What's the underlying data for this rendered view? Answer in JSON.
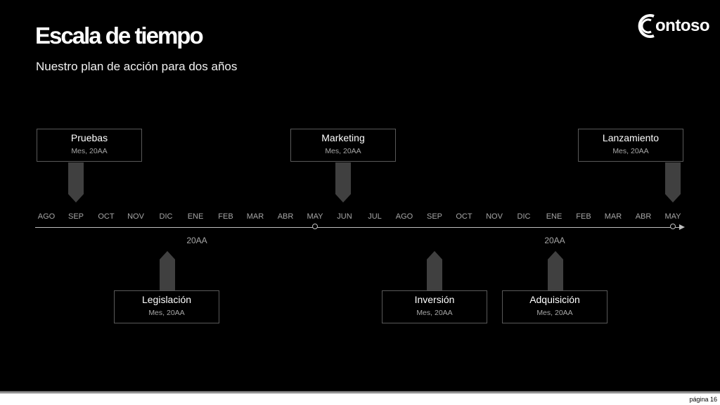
{
  "slide": {
    "title": "Escala de tiempo",
    "subtitle": "Nuestro plan de acción para dos años",
    "logo_text": "ontoso",
    "page_label": "página 16"
  },
  "timeline": {
    "months": [
      "AGO",
      "SEP",
      "OCT",
      "NOV",
      "DIC",
      "ENE",
      "FEB",
      "MAR",
      "ABR",
      "MAY",
      "JUN",
      "JUL",
      "AGO",
      "SEP",
      "OCT",
      "NOV",
      "DIC",
      "ENE",
      "FEB",
      "MAR",
      "ABR",
      "MAY"
    ],
    "years": [
      "20AA",
      "20AA"
    ]
  },
  "milestones": [
    {
      "title": "Pruebas",
      "date": "Mes, 20AA"
    },
    {
      "title": "Marketing",
      "date": "Mes, 20AA"
    },
    {
      "title": "Lanzamiento",
      "date": "Mes, 20AA"
    },
    {
      "title": "Legislación",
      "date": "Mes, 20AA"
    },
    {
      "title": "Inversión",
      "date": "Mes, 20AA"
    },
    {
      "title": "Adquisición",
      "date": "Mes, 20AA"
    }
  ],
  "colors": {
    "background": "#000000",
    "pointer": "#404040",
    "axis": "#bfbfbf",
    "text_muted": "#a6a6a6"
  }
}
